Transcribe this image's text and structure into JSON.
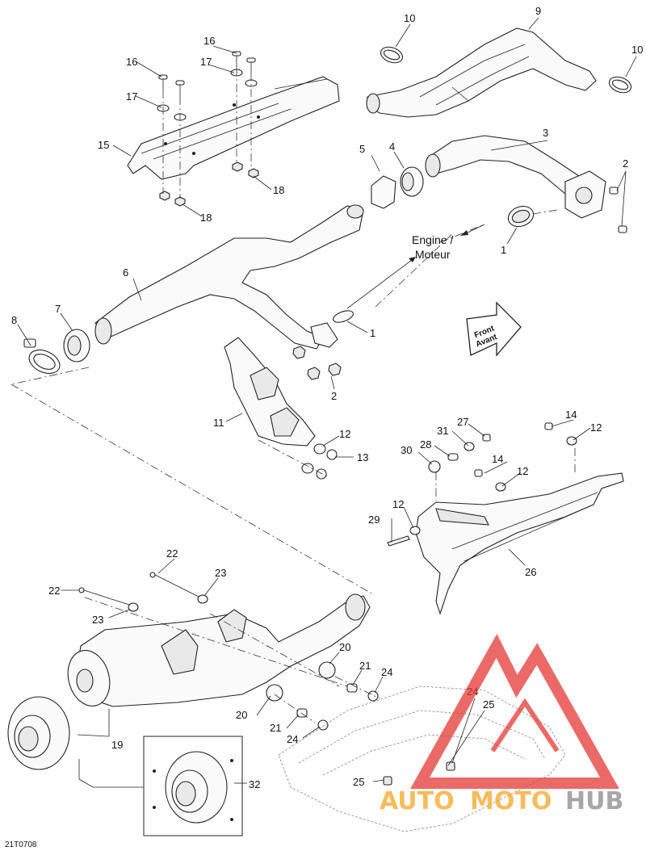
{
  "diagram_id": "21T0708",
  "engine_label": {
    "line1": "Engine /",
    "line2": "Moteur"
  },
  "front_arrow": {
    "line1": "Front",
    "line2": "Avant"
  },
  "callouts": {
    "c1a": "1",
    "c1b": "1",
    "c2a": "2",
    "c2b": "2",
    "c3": "3",
    "c4": "4",
    "c5": "5",
    "c6": "6",
    "c7": "7",
    "c8": "8",
    "c9": "9",
    "c10a": "10",
    "c10b": "10",
    "c11": "11",
    "c12a": "12",
    "c12b": "12",
    "c12c": "12",
    "c12d": "12",
    "c13": "13",
    "c14a": "14",
    "c14b": "14",
    "c15": "15",
    "c16a": "16",
    "c16b": "16",
    "c17a": "17",
    "c17b": "17",
    "c18a": "18",
    "c18b": "18",
    "c19": "19",
    "c20a": "20",
    "c20b": "20",
    "c21a": "21",
    "c21b": "21",
    "c22a": "22",
    "c22b": "22",
    "c23a": "23",
    "c23b": "23",
    "c24a": "24",
    "c24b": "24",
    "c24c": "24",
    "c25a": "25",
    "c25b": "25",
    "c26": "26",
    "c27": "27",
    "c28": "28",
    "c29": "29",
    "c30": "30",
    "c31": "31",
    "c32": "32"
  },
  "watermark": {
    "part1": "AUTO",
    "part2": "MOTO",
    "part3": "HUB"
  },
  "colors": {
    "watermark_red": "#e53935",
    "watermark_orange": "#f5a623",
    "watermark_gray": "#8a8a8a"
  }
}
